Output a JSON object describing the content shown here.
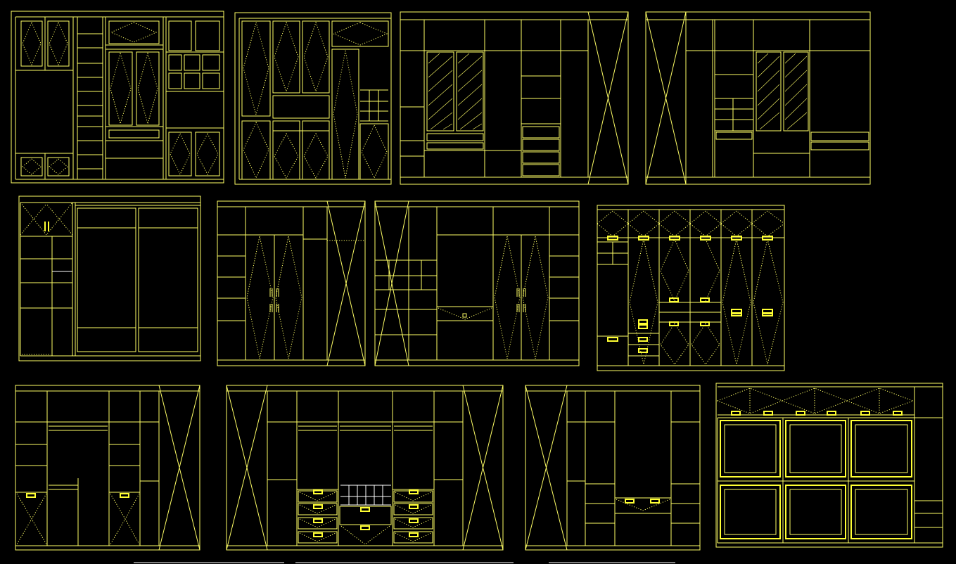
{
  "title": "",
  "colors": {
    "background": "#000000",
    "line": "#ffff66",
    "accent": "#ffffff"
  },
  "elevations": [
    {
      "id": "e1"
    },
    {
      "id": "e2"
    },
    {
      "id": "e3"
    },
    {
      "id": "e4"
    },
    {
      "id": "e5"
    },
    {
      "id": "e6"
    },
    {
      "id": "e7"
    },
    {
      "id": "e8"
    },
    {
      "id": "e9"
    },
    {
      "id": "e10"
    },
    {
      "id": "e11"
    },
    {
      "id": "e12"
    }
  ]
}
